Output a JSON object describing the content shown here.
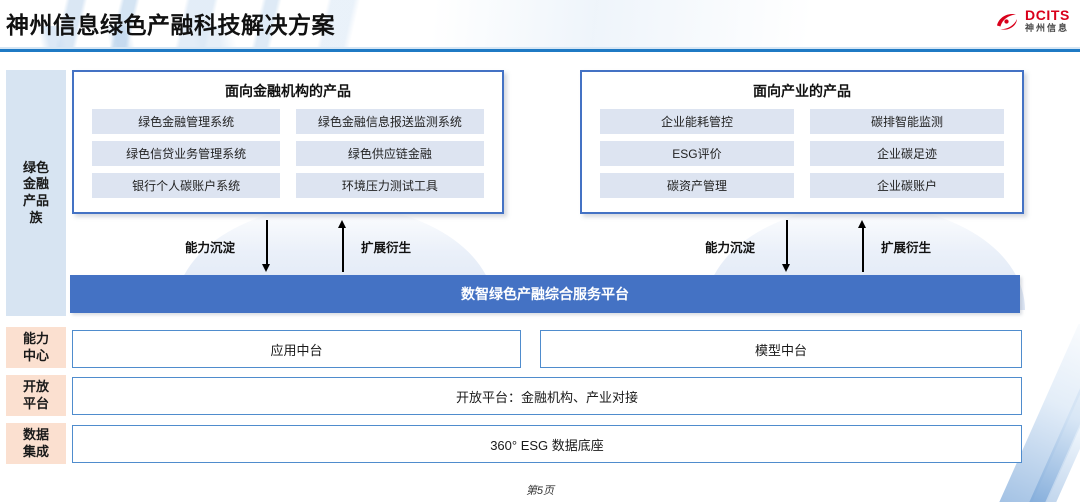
{
  "header": {
    "title": "神州信息绿色产融科技解决方案",
    "logo": {
      "en": "DCITS",
      "cn": "神州信息",
      "mark": "swoosh-icon",
      "color": "#d9001b"
    }
  },
  "rail": {
    "product_family": "绿色\n金融\n产品\n族",
    "product_family_lines": [
      "绿色",
      "金融",
      "产品",
      "族"
    ],
    "items": [
      {
        "name": "capability-center",
        "lines": [
          "能力",
          "中心"
        ]
      },
      {
        "name": "open-platform",
        "lines": [
          "开放",
          "平台"
        ]
      },
      {
        "name": "data-integration",
        "lines": [
          "数据",
          "集成"
        ]
      }
    ]
  },
  "panels": [
    {
      "name": "financial-institution-products",
      "title": "面向金融机构的产品",
      "items": [
        "绿色金融管理系统",
        "绿色金融信息报送监测系统",
        "绿色信贷业务管理系统",
        "绿色供应链金融",
        "银行个人碳账户系统",
        "环境压力测试工具"
      ]
    },
    {
      "name": "industry-products",
      "title": "面向产业的产品",
      "items": [
        "企业能耗管控",
        "碳排智能监测",
        "ESG评价",
        "企业碳足迹",
        "碳资产管理",
        "企业碳账户"
      ]
    }
  ],
  "arrows": {
    "left": {
      "down_label": "能力沉淀",
      "up_label": "扩展衍生"
    },
    "right": {
      "down_label": "能力沉淀",
      "up_label": "扩展衍生"
    }
  },
  "platform_bar": {
    "label": "数智绿色产融综合服务平台",
    "color": "#4472c4"
  },
  "layers": {
    "capability": [
      "应用中台",
      "模型中台"
    ],
    "open_platform": "开放平台：金融机构、产业对接",
    "data_base": "360° ESG 数据底座"
  },
  "footer": {
    "page": "第5页"
  },
  "colors": {
    "accent_blue": "#4472c4",
    "rule_blue": "#1f7ac4",
    "chip_blue": "#dde4f1",
    "rail_blue": "#d7e4f2",
    "rail_peach": "#fbe0d0",
    "box_border": "#4f8ccd"
  }
}
